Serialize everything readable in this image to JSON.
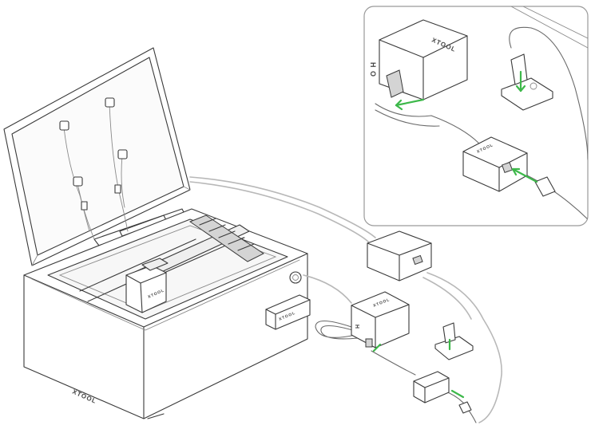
{
  "colors": {
    "connection_arrow": "#3db84a",
    "line": "#3a3a3a",
    "inset_border": "#9a9a9a"
  },
  "brand": {
    "machine_logo": "XTOOL",
    "battery_logo": "XTOOL",
    "inset_battery_logo": "XTOOL",
    "module_logo": "XTOOL",
    "adapter_logo": "XTOOL"
  },
  "battery_marks": {
    "main": "H",
    "inset": "H O"
  },
  "icons": [
    "green-arrow-icon",
    "power-plug-icon",
    "power-adapter-icon",
    "battery-pack-icon"
  ]
}
